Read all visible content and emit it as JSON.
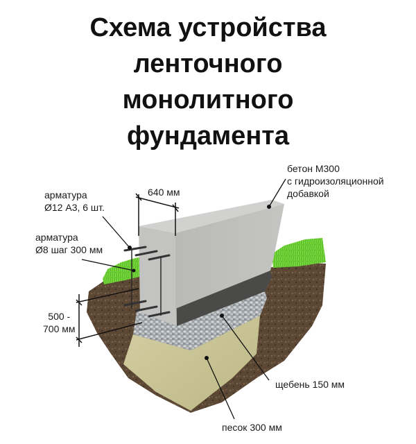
{
  "title": {
    "lines": [
      "Схема устройства",
      "ленточного",
      "монолитного",
      "фундамента"
    ]
  },
  "labels": {
    "concrete": {
      "line1": "бетон М300",
      "line2": "с гидроизоляционной",
      "line3": "добавкой"
    },
    "width": "640 мм",
    "rebar_main": {
      "line1": "арматура",
      "line2": "Ø12 А3, 6 шт."
    },
    "rebar_stirrup": {
      "line1": "арматура",
      "line2": "Ø8 шаг 300 мм"
    },
    "depth": {
      "line1": "500 -",
      "line2": "700 мм"
    },
    "gravel": "щебень 150 мм",
    "sand": "песок 300 мм"
  },
  "colors": {
    "concrete_top": "#cfcfcd",
    "concrete_front": "#bdbdbb",
    "concrete_side": "#b4b4b2",
    "waterproofing": "#4a4a48",
    "gravel": "#a9adb0",
    "sand": "#c9c497",
    "soil": "#5e4a36",
    "grass": "#6ccf2c",
    "rebar": "#3a3a3a",
    "text": "#1a1a1a"
  }
}
